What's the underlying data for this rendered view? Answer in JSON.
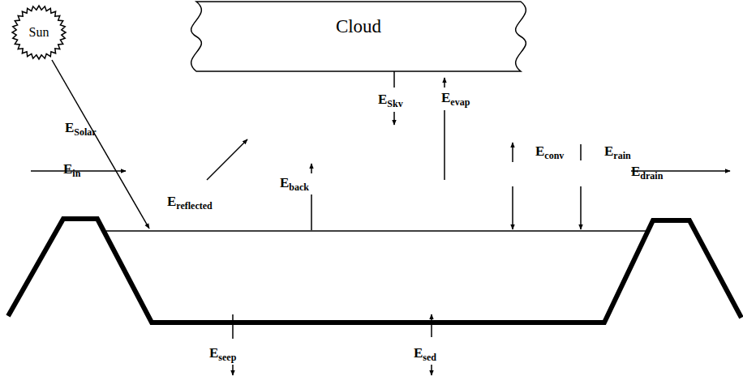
{
  "diagram": {
    "nodes": [
      {
        "text": [
          "Sun"
        ]
      },
      {
        "text": [
          "Cloud"
        ]
      }
    ],
    "labels": [
      "ESolar",
      "Ein",
      "Ereflected",
      "Eback",
      "ESkv",
      "Eevap",
      "Econv",
      "Erain",
      "Edrain",
      "Eseep",
      "Esed"
    ]
  }
}
